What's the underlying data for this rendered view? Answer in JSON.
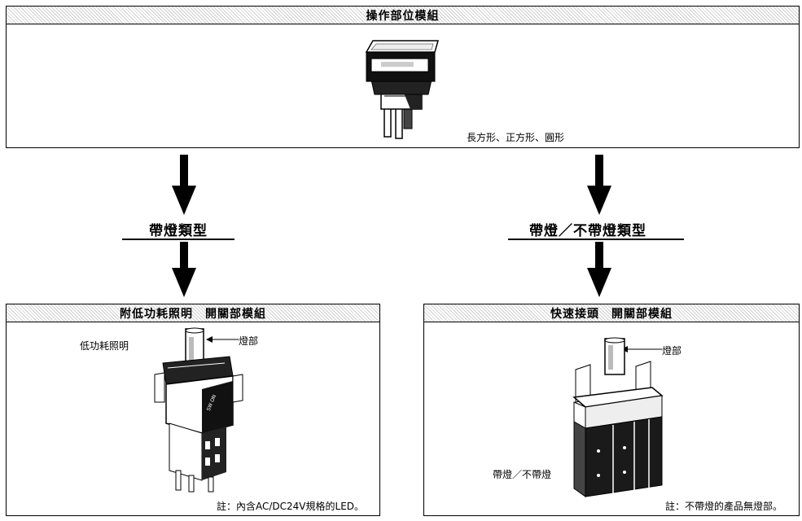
{
  "top_module": {
    "title": "操作部位模組",
    "caption": "長方形、正方形、圓形"
  },
  "left_branch": {
    "label": "帶燈類型"
  },
  "right_branch": {
    "label": "帶燈／不帶燈類型"
  },
  "left_module": {
    "title": "附低功耗照明　開關部模組",
    "label_low_power": "低功耗照明",
    "label_lamp": "燈部",
    "note": "註：內含AC/DC24V規格的LED。"
  },
  "right_module": {
    "title": "快速接頭　開關部模組",
    "label_lamp": "燈部",
    "label_type": "帶燈／不帶燈",
    "note": "註：不帶燈的產品無燈部。"
  }
}
